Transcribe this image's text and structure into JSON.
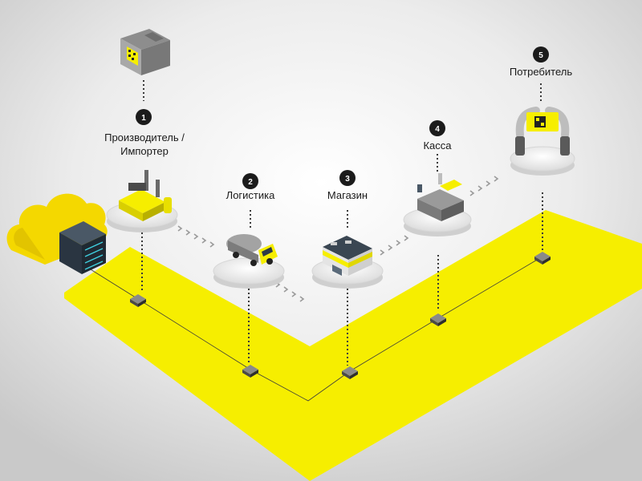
{
  "colors": {
    "accent_yellow": "#f6ee00",
    "dark_navy": "#2e3a47",
    "badge_black": "#1b1b1b",
    "background_light": "#ffffff",
    "background_edge": "#c8c8c8"
  },
  "steps": [
    {
      "number": "1",
      "label_lines": [
        "Производитель /",
        "Импортер"
      ],
      "icon": "factory-icon"
    },
    {
      "number": "2",
      "label_lines": [
        "Логистика"
      ],
      "icon": "tanker-truck-icon"
    },
    {
      "number": "3",
      "label_lines": [
        "Магазин"
      ],
      "icon": "shop-icon"
    },
    {
      "number": "4",
      "label_lines": [
        "Касса"
      ],
      "icon": "cash-register-icon"
    },
    {
      "number": "5",
      "label_lines": [
        "Потребитель"
      ],
      "icon": "smartphone-qr-icon"
    }
  ],
  "extra_icons": [
    "marked-box-icon",
    "cloud-server-icon",
    "network-node-icon"
  ]
}
